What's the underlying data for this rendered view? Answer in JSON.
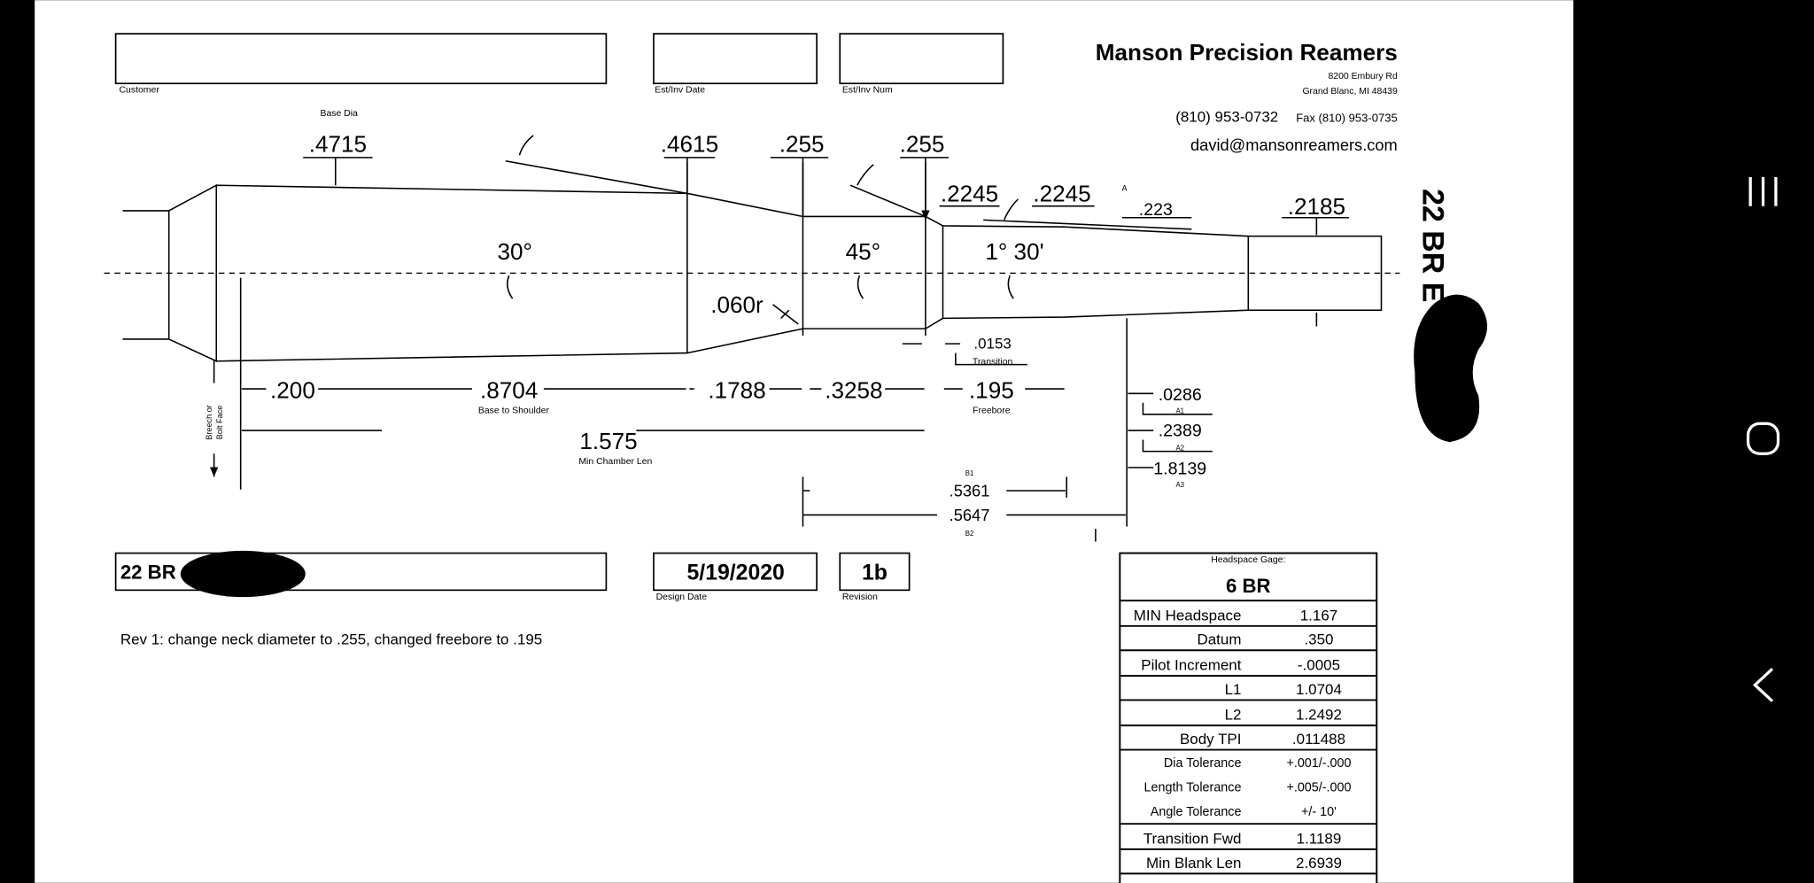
{
  "header": {
    "company": "Manson Precision Reamers",
    "address1": "8200 Embury Rd",
    "address2": "Grand Blanc, MI 48439",
    "phone": "(810) 953-0732",
    "fax": "Fax (810) 953-0735",
    "email": "david@mansonreamers.com"
  },
  "fields": {
    "customer_label": "Customer",
    "customer_value": "",
    "est_date_label": "Est/Inv Date",
    "est_date_value": "",
    "est_num_label": "Est/Inv Num",
    "est_num_value": "",
    "name_value": "22 BR",
    "design_date_label": "Design Date",
    "design_date_value": "5/19/2020",
    "revision_label": "Revision",
    "revision_value": "1b",
    "rotated_title": "22 BR E"
  },
  "revision_note": "Rev 1: change neck diameter to .255, changed freebore to .195",
  "drawing": {
    "base_dia_label": "Base Dia",
    "d_base": ".4715",
    "d_shoulder": ".4615",
    "d_neck1": ".255",
    "d_neck2": ".255",
    "d_free1": ".2245",
    "d_free2": ".2245",
    "d_a_label": "A",
    "d_a": ".223",
    "d_pilot": ".2185",
    "angle_shoulder": "30°",
    "angle_neck": "45°",
    "angle_throat": "1° 30'",
    "radius": ".060r",
    "len_200": ".200",
    "len_base_shoulder": ".8704",
    "len_base_shoulder_label": "Base to Shoulder",
    "len_1788": ".1788",
    "len_3258": ".3258",
    "len_transition": ".0153",
    "len_transition_label": "Transition",
    "len_freebore": ".195",
    "len_freebore_label": "Freebore",
    "a1": ".0286",
    "a1_label": "A1",
    "a2": ".2389",
    "a2_label": "A2",
    "a3": "1.8139",
    "a3_label": "A3",
    "min_chamber": "1.575",
    "min_chamber_label": "Min Chamber Len",
    "breech_label_1": "Breech or",
    "breech_label_2": "Bolt Face",
    "b1_label": "B1",
    "b1": ".5361",
    "b2": ".5647",
    "b2_label": "B2"
  },
  "gage": {
    "title_label": "Headspace Gage:",
    "title_value": "6 BR",
    "rows": [
      {
        "label": "MIN Headspace",
        "value": "1.167"
      },
      {
        "label": "Datum",
        "value": ".350"
      },
      {
        "label": "Pilot Increment",
        "value": "-.0005"
      },
      {
        "label": "L1",
        "value": "1.0704"
      },
      {
        "label": "L2",
        "value": "1.2492"
      },
      {
        "label": "Body TPI",
        "value": ".011488"
      }
    ],
    "tolerances": [
      {
        "label": "Dia Tolerance",
        "value": "+.001/-.000"
      },
      {
        "label": "Length Tolerance",
        "value": "+.005/-.000"
      },
      {
        "label": "Angle Tolerance",
        "value": "+/- 10'"
      }
    ],
    "rows2": [
      {
        "label": "Transition Fwd",
        "value": "1.1189"
      },
      {
        "label": "Min Blank Len",
        "value": "2.6939"
      }
    ]
  }
}
